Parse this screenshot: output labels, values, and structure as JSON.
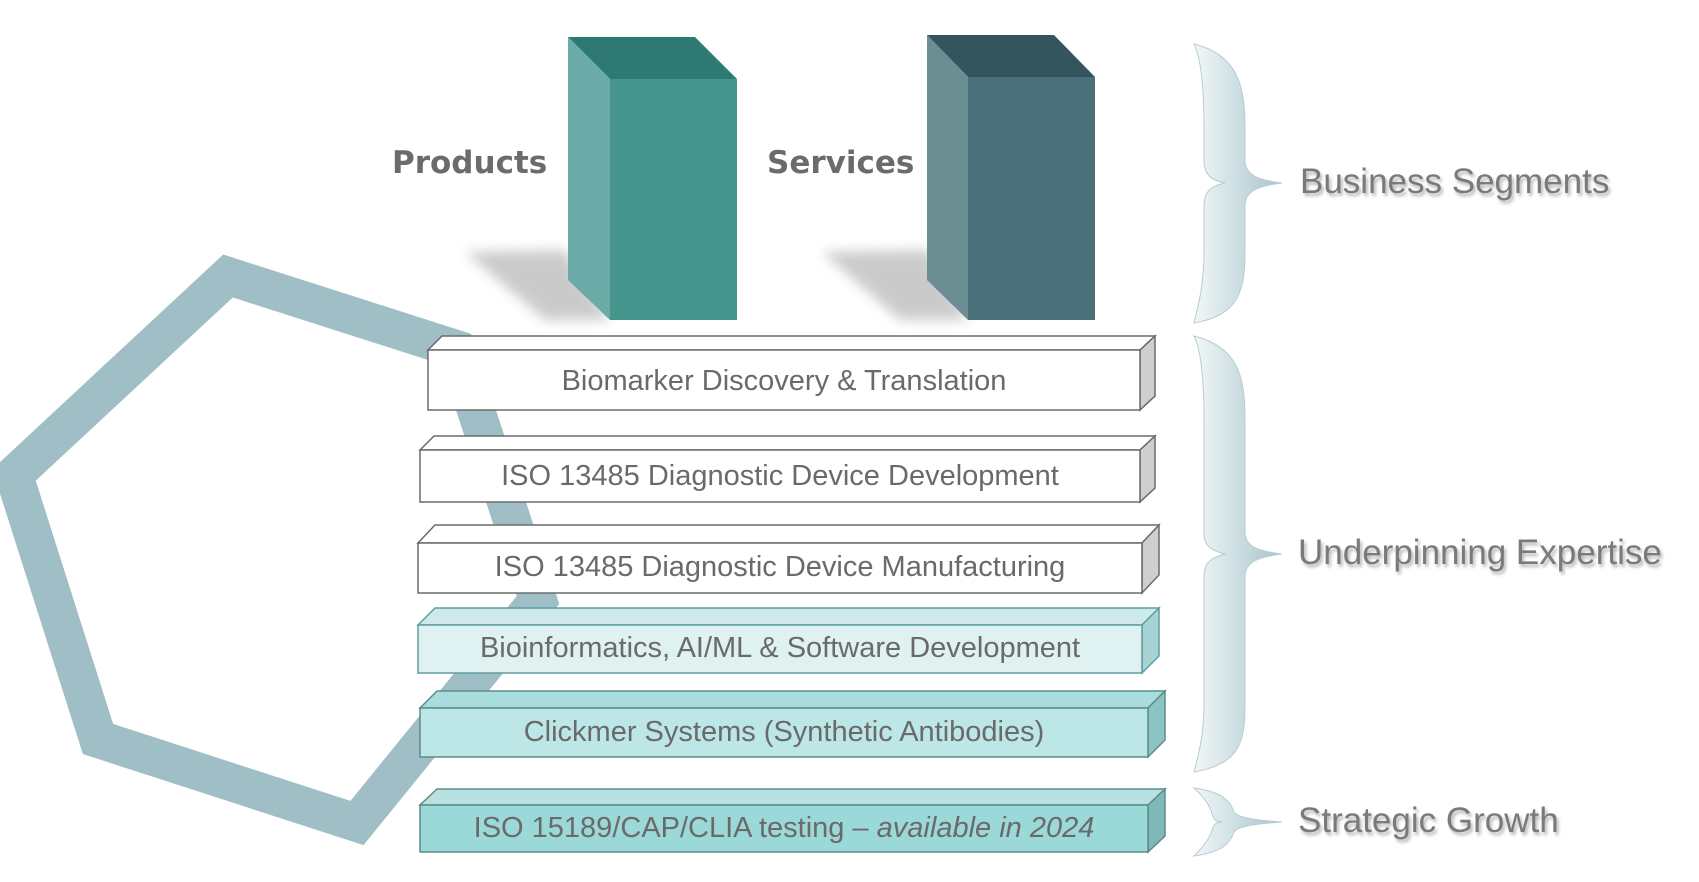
{
  "segments": {
    "products_label": "Products",
    "services_label": "Services"
  },
  "bars": [
    {
      "id": "biomarker",
      "text": "Biomarker Discovery & Translation"
    },
    {
      "id": "iso-dev",
      "text": "ISO 13485 Diagnostic Device Development"
    },
    {
      "id": "iso-mfg",
      "text": "ISO 13485 Diagnostic Device Manufacturing"
    },
    {
      "id": "bioinfo",
      "text": "Bioinformatics, AI/ML & Software Development"
    },
    {
      "id": "clickmer",
      "text": "Clickmer Systems (Synthetic Antibodies)"
    },
    {
      "id": "iso-testing",
      "text": "ISO 15189/CAP/CLIA testing – ",
      "text_italic": "available in 2024"
    }
  ],
  "braces": {
    "business": "Business Segments",
    "expertise": "Underpinning Expertise",
    "growth": "Strategic Growth"
  },
  "colors": {
    "hexagon": "#9fbec6",
    "products_front": "#46968d",
    "services_front": "#4a707a",
    "bar_teal_light": "#dff1f1",
    "bar_teal_mid": "#bde6e6",
    "bar_teal_strong": "#9bd9d8"
  }
}
